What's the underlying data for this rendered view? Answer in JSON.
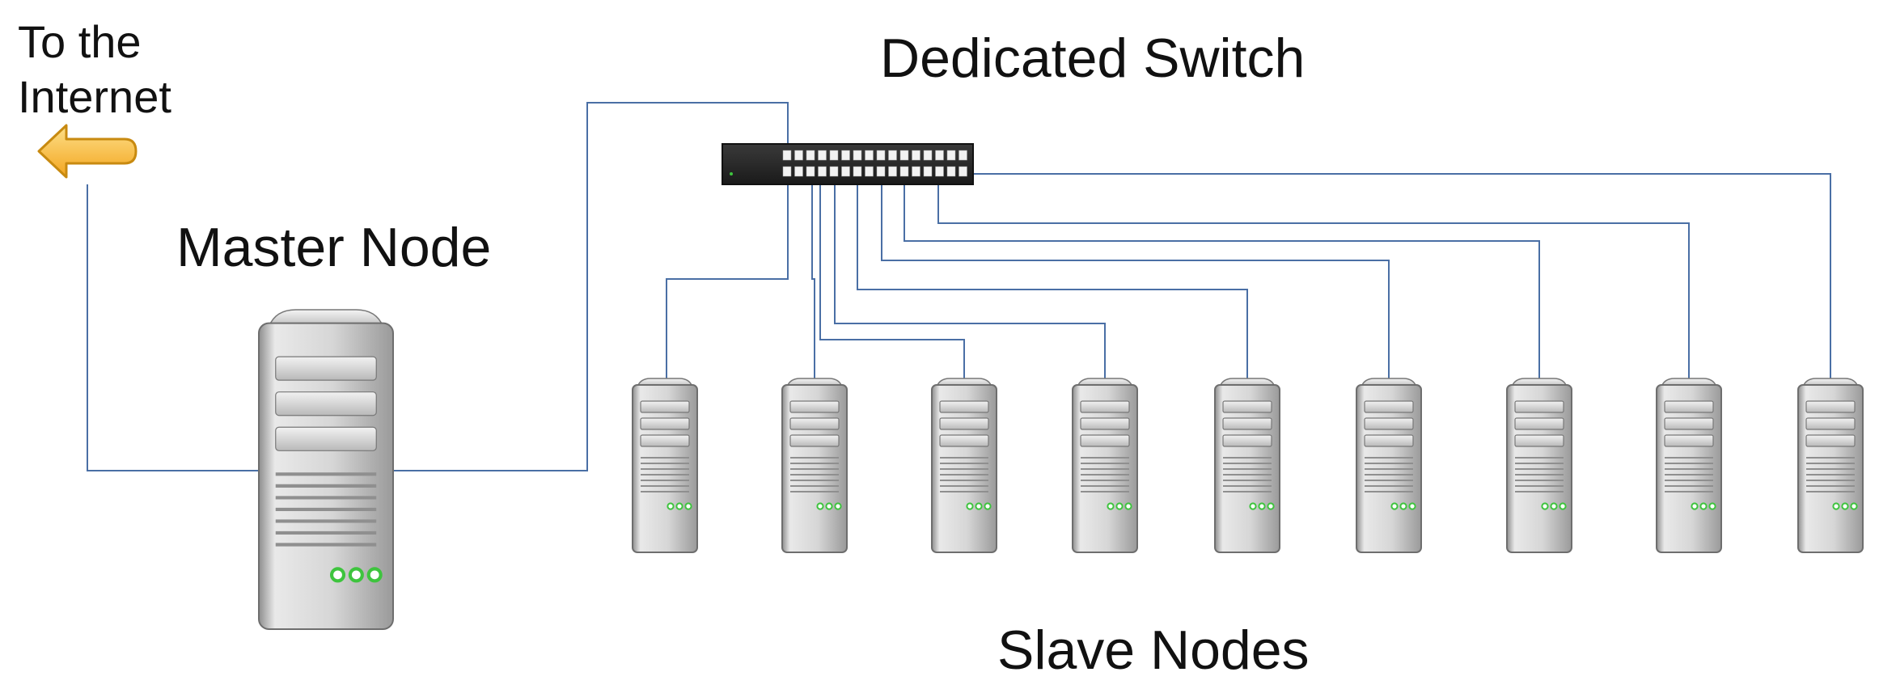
{
  "labels": {
    "internet": "To the Internet",
    "switch": "Dedicated Switch",
    "master": "Master Node",
    "slaves": "Slave Nodes"
  },
  "icons": {
    "arrow": "left-arrow-icon",
    "switch": "network-switch-icon",
    "server": "server-tower-icon"
  },
  "colors": {
    "wire": "#4a6fa5",
    "arrow_fill": "#f7b733",
    "arrow_stroke": "#c88a10",
    "switch_body": "#2b2b2b",
    "led": "#3ec43e"
  },
  "slave_count": 9
}
